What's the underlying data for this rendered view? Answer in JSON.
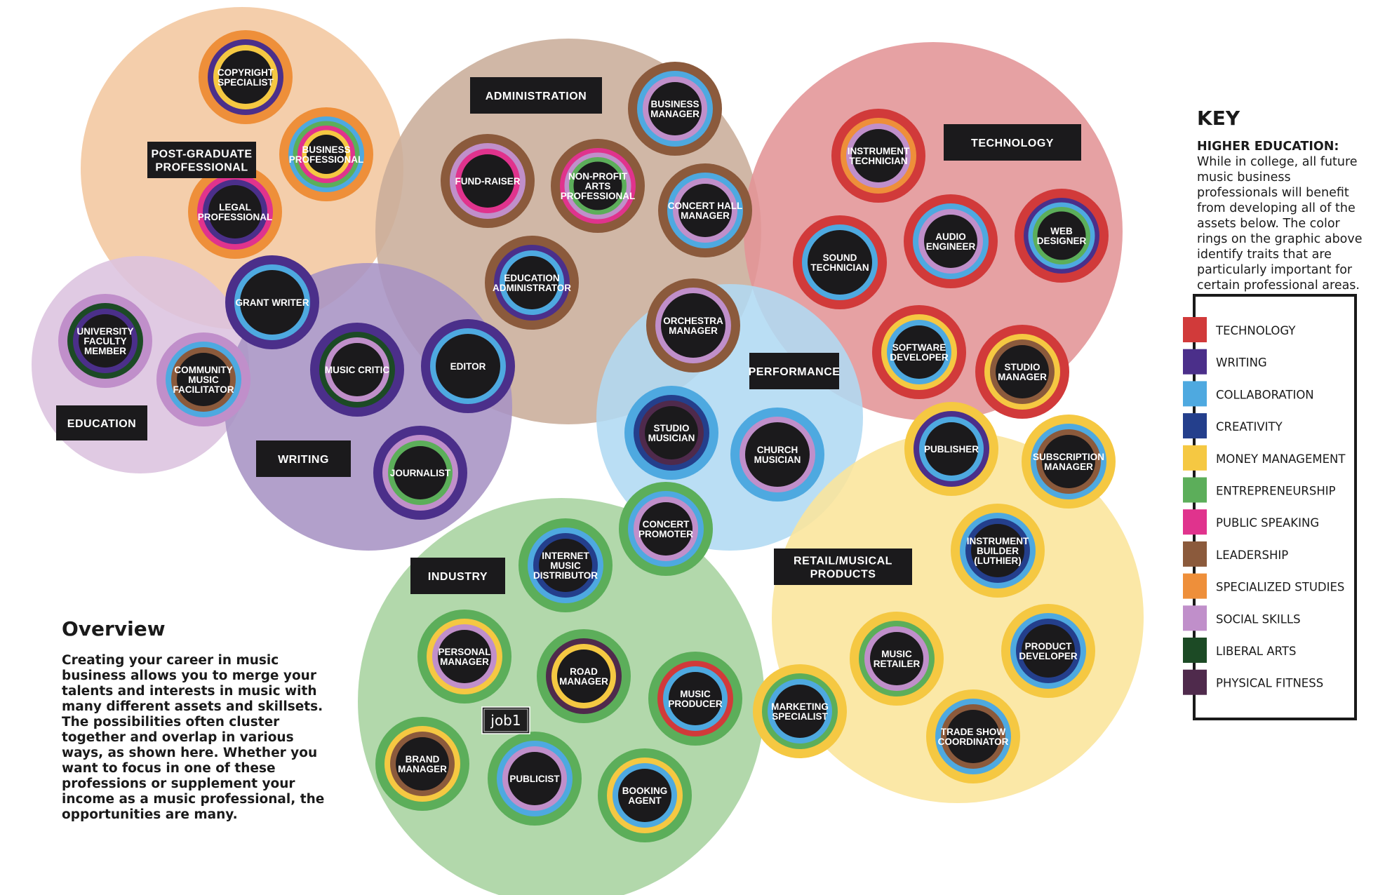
{
  "colors": {
    "technology": "#d13a3a",
    "writing": "#4b2f8a",
    "collaboration": "#4ea9e0",
    "creativity": "#243f8c",
    "money_management": "#f5c842",
    "entrepreneurship": "#5cae5a",
    "public_speaking": "#e0338d",
    "leadership": "#8b5a3c",
    "specialized_studies": "#ee8f3a",
    "social_skills": "#c08fca",
    "liberal_arts": "#1c4a25",
    "physical_fitness": "#4f2a4c",
    "dark": "#1b1a1c"
  },
  "areas": [
    {
      "id": "post-graduate",
      "label": "POST-GRADUATE PROFESSIONAL",
      "fill": "#f3c79f"
    },
    {
      "id": "administration",
      "label": "ADMINISTRATION",
      "fill": "#c9ad9a"
    },
    {
      "id": "technology",
      "label": "TECHNOLOGY",
      "fill": "#e39496"
    },
    {
      "id": "education",
      "label": "EDUCATION",
      "fill": "#dcc3df"
    },
    {
      "id": "writing",
      "label": "WRITING",
      "fill": "#a793c4"
    },
    {
      "id": "performance",
      "label": "PERFORMANCE",
      "fill": "#b0d9f3"
    },
    {
      "id": "retail",
      "label": "RETAIL/MUSICAL PRODUCTS",
      "fill": "#fae59b"
    },
    {
      "id": "industry",
      "label": "INDUSTRY",
      "fill": "#a7d39f"
    }
  ],
  "jobs": [
    {
      "label": "COPYRIGHT SPECIALIST",
      "rings": [
        "specialized_studies",
        "writing",
        "money_management"
      ]
    },
    {
      "label": "BUSINESS PROFESSIONAL",
      "rings": [
        "specialized_studies",
        "collaboration",
        "entrepreneurship",
        "public_speaking",
        "money_management"
      ]
    },
    {
      "label": "LEGAL PROFESSIONAL",
      "rings": [
        "specialized_studies",
        "public_speaking",
        "writing"
      ]
    },
    {
      "label": "BUSINESS MANAGER",
      "rings": [
        "leadership",
        "collaboration",
        "social_skills"
      ]
    },
    {
      "label": "FUND-RAISER",
      "rings": [
        "leadership",
        "social_skills",
        "public_speaking"
      ]
    },
    {
      "label": "NON-PROFIT ARTS PROFESSIONAL",
      "rings": [
        "leadership",
        "public_speaking",
        "social_skills",
        "entrepreneurship"
      ]
    },
    {
      "label": "CONCERT HALL MANAGER",
      "rings": [
        "leadership",
        "collaboration",
        "social_skills"
      ]
    },
    {
      "label": "EDUCATION ADMINISTRATOR",
      "rings": [
        "leadership",
        "writing",
        "collaboration"
      ]
    },
    {
      "label": "ORCHESTRA MANAGER",
      "rings": [
        "leadership",
        "social_skills"
      ]
    },
    {
      "label": "INSTRUMENT TECHNICIAN",
      "rings": [
        "technology",
        "specialized_studies",
        "social_skills"
      ]
    },
    {
      "label": "SOUND TECHNICIAN",
      "rings": [
        "technology",
        "collaboration"
      ]
    },
    {
      "label": "AUDIO ENGINEER",
      "rings": [
        "technology",
        "collaboration",
        "social_skills"
      ]
    },
    {
      "label": "WEB DESIGNER",
      "rings": [
        "technology",
        "writing",
        "collaboration",
        "entrepreneurship"
      ]
    },
    {
      "label": "SOFTWARE DEVELOPER",
      "rings": [
        "technology",
        "money_management",
        "collaboration"
      ]
    },
    {
      "label": "STUDIO MANAGER",
      "rings": [
        "technology",
        "money_management",
        "leadership"
      ]
    },
    {
      "label": "UNIVERSITY FACULTY MEMBER",
      "rings": [
        "social_skills",
        "liberal_arts",
        "writing"
      ]
    },
    {
      "label": "COMMUNITY MUSIC FACILITATOR",
      "rings": [
        "social_skills",
        "collaboration",
        "leadership"
      ]
    },
    {
      "label": "GRANT WRITER",
      "rings": [
        "writing",
        "collaboration"
      ]
    },
    {
      "label": "MUSIC CRITIC",
      "rings": [
        "writing",
        "liberal_arts",
        "social_skills"
      ]
    },
    {
      "label": "EDITOR",
      "rings": [
        "writing",
        "collaboration"
      ]
    },
    {
      "label": "JOURNALIST",
      "rings": [
        "writing",
        "social_skills",
        "entrepreneurship"
      ]
    },
    {
      "label": "STUDIO MUSICIAN",
      "rings": [
        "collaboration",
        "creativity",
        "physical_fitness"
      ]
    },
    {
      "label": "CHURCH MUSICIAN",
      "rings": [
        "collaboration",
        "social_skills"
      ]
    },
    {
      "label": "CONCERT PROMOTER",
      "rings": [
        "entrepreneurship",
        "collaboration",
        "social_skills"
      ]
    },
    {
      "label": "PUBLISHER",
      "rings": [
        "money_management",
        "writing",
        "collaboration"
      ]
    },
    {
      "label": "SUBSCRIPTION MANAGER",
      "rings": [
        "money_management",
        "collaboration",
        "leadership"
      ]
    },
    {
      "label": "INSTRUMENT BUILDER (LUTHIER)",
      "rings": [
        "money_management",
        "collaboration",
        "creativity"
      ]
    },
    {
      "label": "MUSIC RETAILER",
      "rings": [
        "money_management",
        "entrepreneurship",
        "social_skills"
      ]
    },
    {
      "label": "PRODUCT DEVELOPER",
      "rings": [
        "money_management",
        "collaboration",
        "creativity"
      ]
    },
    {
      "label": "TRADE SHOW COORDINATOR",
      "rings": [
        "money_management",
        "collaboration",
        "leadership"
      ]
    },
    {
      "label": "MARKETING SPECIALIST",
      "rings": [
        "money_management",
        "entrepreneurship",
        "collaboration"
      ]
    },
    {
      "label": "INTERNET MUSIC DISTRIBUTOR",
      "rings": [
        "entrepreneurship",
        "collaboration",
        "creativity"
      ]
    },
    {
      "label": "PERSONAL MANAGER",
      "rings": [
        "entrepreneurship",
        "money_management",
        "social_skills"
      ]
    },
    {
      "label": "ROAD MANAGER",
      "rings": [
        "entrepreneurship",
        "physical_fitness",
        "money_management"
      ]
    },
    {
      "label": "MUSIC PRODUCER",
      "rings": [
        "entrepreneurship",
        "technology",
        "collaboration"
      ]
    },
    {
      "label": "BRAND MANAGER",
      "rings": [
        "entrepreneurship",
        "money_management",
        "leadership"
      ]
    },
    {
      "label": "PUBLICIST",
      "rings": [
        "entrepreneurship",
        "collaboration",
        "social_skills"
      ]
    },
    {
      "label": "BOOKING AGENT",
      "rings": [
        "entrepreneurship",
        "money_management",
        "collaboration"
      ]
    }
  ],
  "marker": "job1",
  "overview": {
    "title": "Overview",
    "text": "Creating your career in music business allows you to merge your talents and interests in music with many different assets and skillsets. The possibilities often cluster together and overlap in various ways, as shown here. Whether you want to focus in one of these professions or supplement your income as a music professional, the opportunities are many."
  },
  "key": {
    "title": "KEY",
    "desc_lead": "HIGHER EDUCATION:",
    "desc": " While in college, all future music business professionals will benefit from developing all of the assets below. The color rings on the graphic above identify traits that are particularly important for certain professional areas.",
    "items": [
      {
        "label": "TECHNOLOGY",
        "color": "#d13a3a"
      },
      {
        "label": "WRITING",
        "color": "#4b2f8a"
      },
      {
        "label": "COLLABORATION",
        "color": "#4ea9e0"
      },
      {
        "label": "CREATIVITY",
        "color": "#243f8c"
      },
      {
        "label": "MONEY MANAGEMENT",
        "color": "#f5c842"
      },
      {
        "label": "ENTREPRENEURSHIP",
        "color": "#5cae5a"
      },
      {
        "label": "PUBLIC SPEAKING",
        "color": "#e0338d"
      },
      {
        "label": "LEADERSHIP",
        "color": "#8b5a3c"
      },
      {
        "label": "SPECIALIZED STUDIES",
        "color": "#ee8f3a"
      },
      {
        "label": "SOCIAL SKILLS",
        "color": "#c08fca"
      },
      {
        "label": "LIBERAL ARTS",
        "color": "#1c4a25"
      },
      {
        "label": "PHYSICAL FITNESS",
        "color": "#4f2a4c"
      }
    ]
  }
}
